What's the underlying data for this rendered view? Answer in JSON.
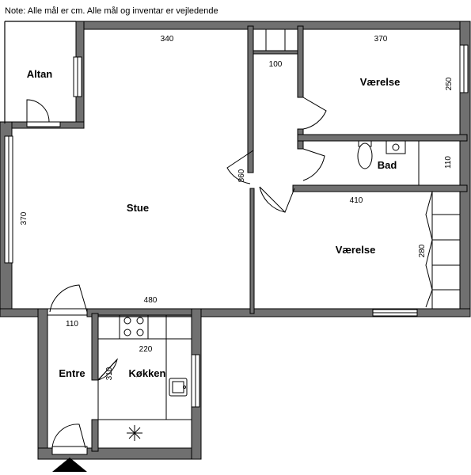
{
  "note": "Note: Alle mål er cm. Alle mål og inventar er vejledende",
  "rooms": {
    "altan": "Altan",
    "stue": "Stue",
    "vaerelse_top": "Værelse",
    "bad": "Bad",
    "vaerelse_mid": "Værelse",
    "entre": "Entre",
    "kokken": "Køkken"
  },
  "dimensions": {
    "stue_width": "340",
    "closet_width": "100",
    "vaerelse_top_width": "370",
    "vaerelse_top_depth": "250",
    "stue_depth": "370",
    "hall_length": "860",
    "bad_depth": "110",
    "vaerelse_mid_width": "410",
    "vaerelse_mid_depth": "280",
    "stue_lower": "480",
    "entre_width": "110",
    "kokken_width": "220",
    "kokken_depth": "310"
  },
  "colors": {
    "wall": "#707070",
    "line": "#000000",
    "background": "#ffffff"
  }
}
